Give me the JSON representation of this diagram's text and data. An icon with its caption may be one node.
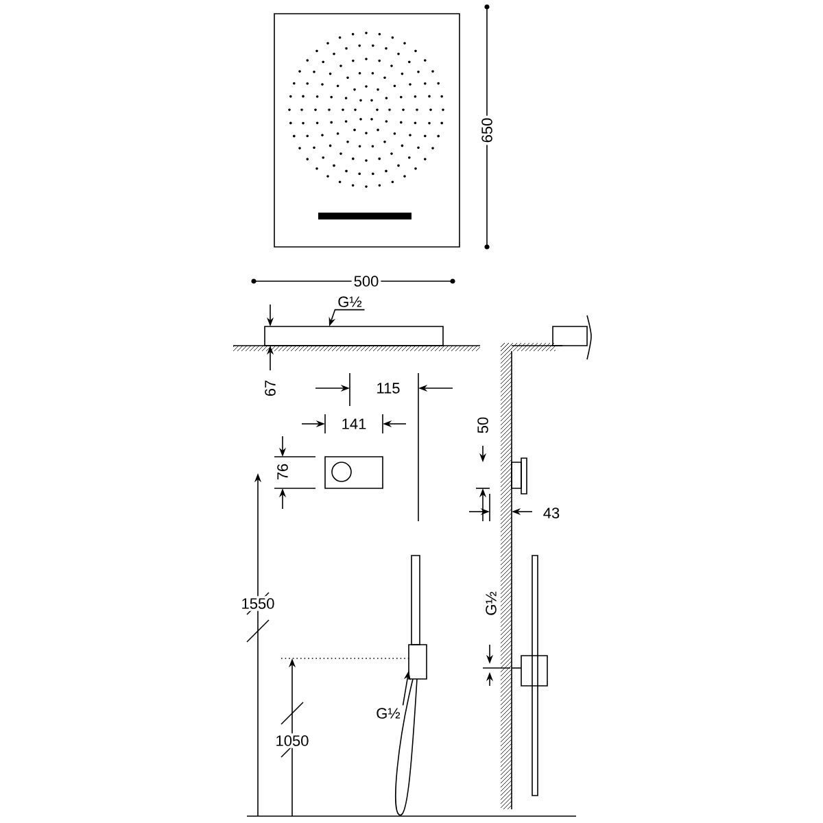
{
  "diagram": {
    "nodes": [
      {
        "text": [
          "G½"
        ]
      },
      {
        "text": [
          "G½"
        ]
      }
    ],
    "edges": [
      {
        "from": 0,
        "to": null,
        "arrow": "to"
      },
      {
        "from": 1,
        "to": null,
        "arrow": "to"
      }
    ],
    "labels": [
      "650",
      "500",
      "67",
      "115",
      "141",
      "50",
      "76",
      "43",
      "G½",
      "1550",
      "1050"
    ]
  }
}
